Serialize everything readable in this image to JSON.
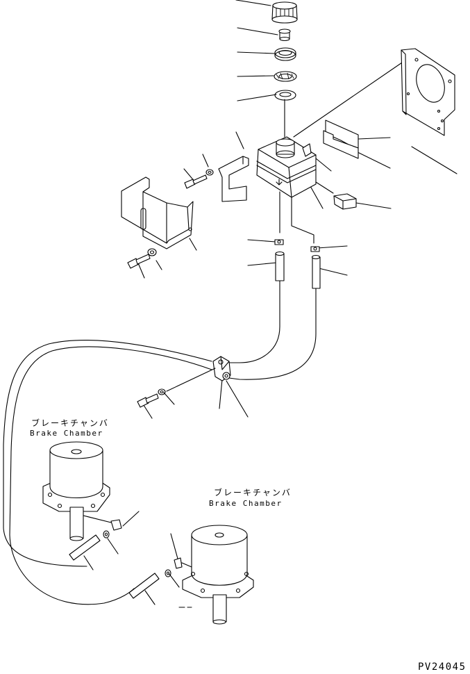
{
  "labels": {
    "chamber_left_jp": "ブレーキチャンバ",
    "chamber_left_en": "Brake Chamber",
    "chamber_right_jp": "ブレーキチャンバ",
    "chamber_right_en": "Brake Chamber",
    "drawing_code": "PV24045"
  }
}
